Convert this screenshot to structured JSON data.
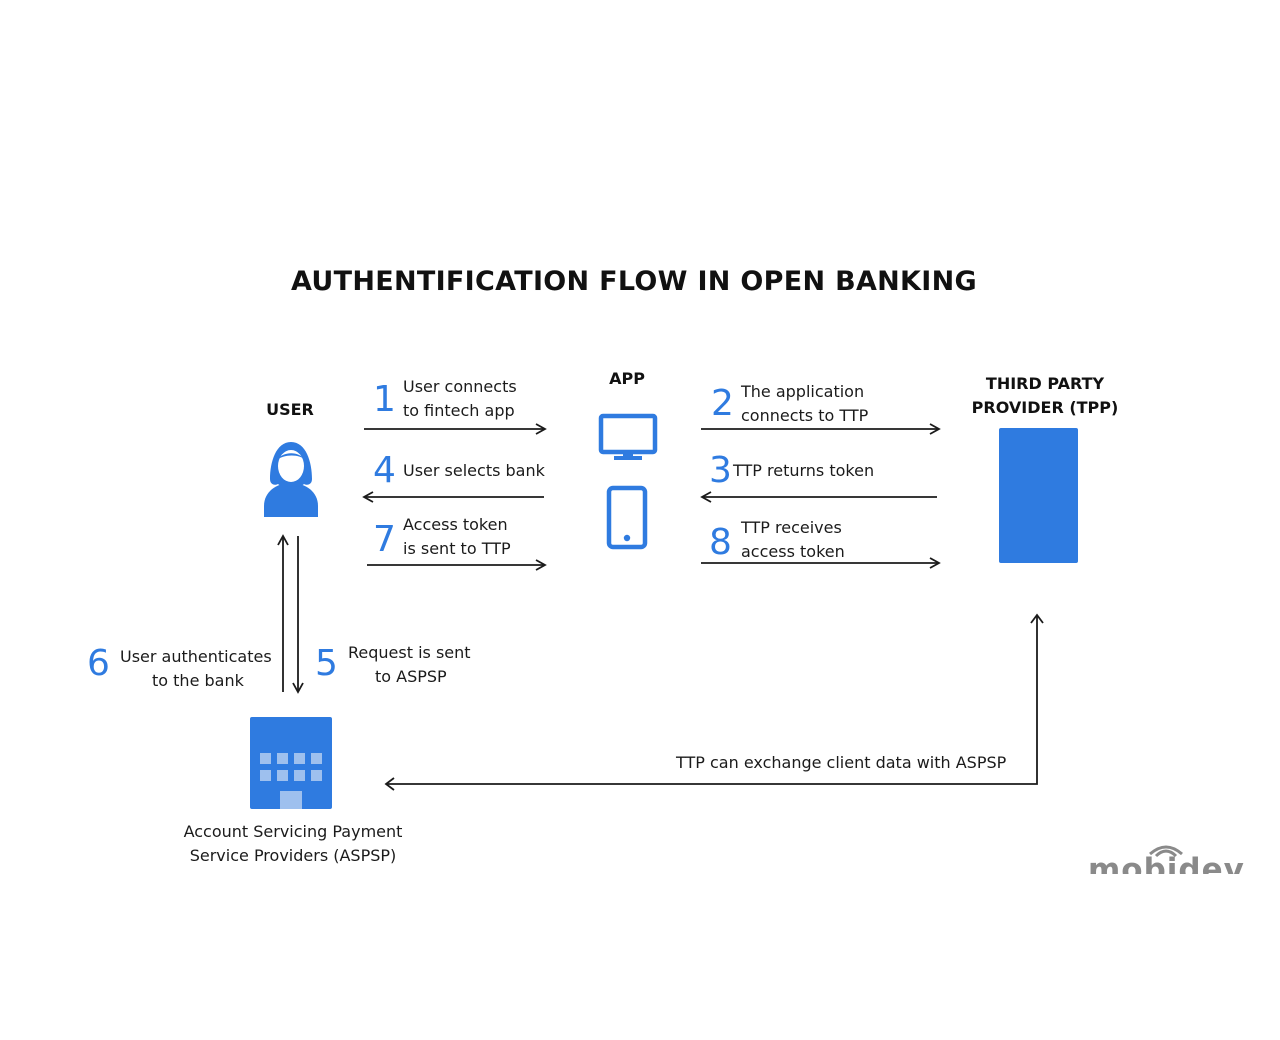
{
  "title": "AUTHENTIFICATION FLOW IN OPEN BANKING",
  "actors": {
    "user": "USER",
    "app": "APP",
    "tpp_line1": "THIRD PARTY",
    "tpp_line2": "PROVIDER (TPP)",
    "aspsp_line1": "Account Servicing Payment",
    "aspsp_line2": "Service Providers (ASPSP)"
  },
  "steps": {
    "s1": {
      "num": "1",
      "line1": "User connects",
      "line2": "to fintech app"
    },
    "s2": {
      "num": "2",
      "line1": "The application",
      "line2": "connects to TTP"
    },
    "s3": {
      "num": "3",
      "line1": "TTP returns token"
    },
    "s4": {
      "num": "4",
      "line1": "User selects bank"
    },
    "s5": {
      "num": "5",
      "line1": "Request is sent",
      "line2": "to ASPSP"
    },
    "s6": {
      "num": "6",
      "line1": "User authenticates",
      "line2": "to the bank"
    },
    "s7": {
      "num": "7",
      "line1": "Access token",
      "line2": "is sent to TTP"
    },
    "s8": {
      "num": "8",
      "line1": "TTP receives",
      "line2": "access token"
    }
  },
  "exchange_label": "TTP can exchange client data with ASPSP",
  "logo": "mobidev",
  "icons": [
    "user-icon",
    "monitor-icon",
    "phone-icon",
    "tpp-block-icon",
    "bank-building-icon",
    "wifi-signal-icon"
  ],
  "colors": {
    "accent": "#2f7be0",
    "text": "#1b1b1b",
    "logo": "#8a8a8a"
  }
}
